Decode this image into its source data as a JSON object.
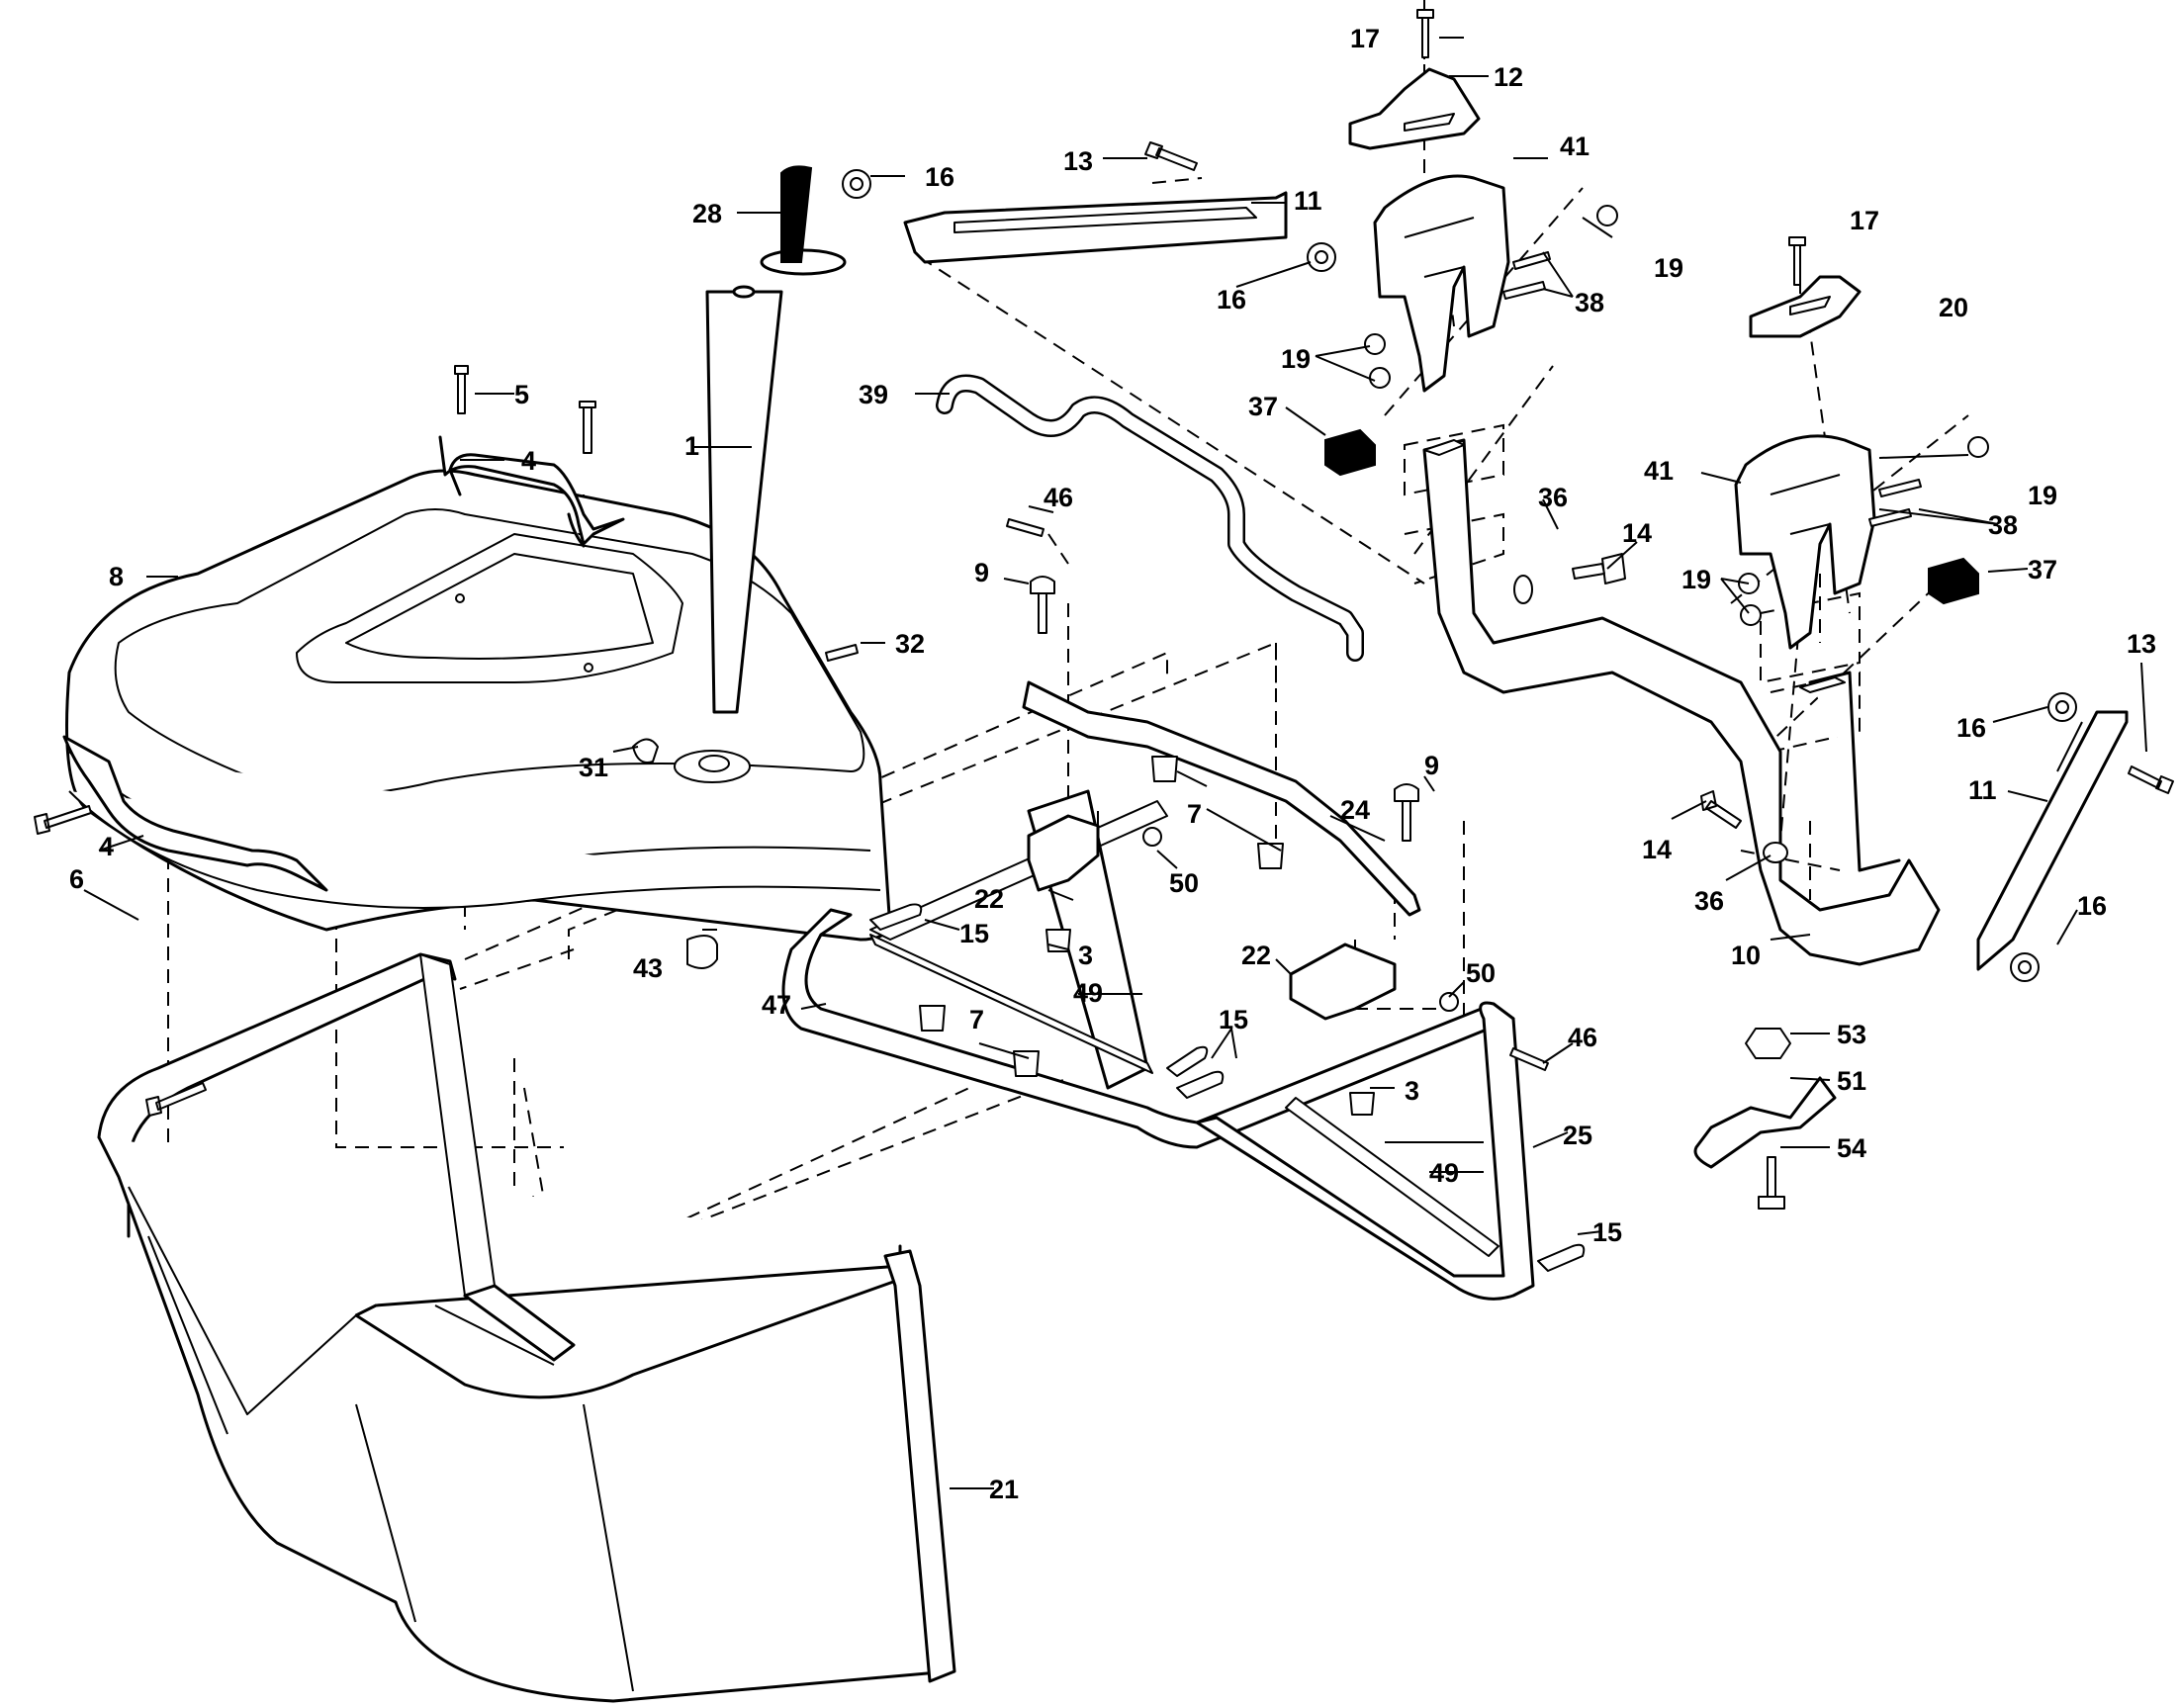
{
  "labels": {
    "l1": "1",
    "l3a": "3",
    "l3b": "3",
    "l4a": "4",
    "l4b": "4",
    "l5": "5",
    "l6": "6",
    "l7a": "7",
    "l7b": "7",
    "l8": "8",
    "l9a": "9",
    "l9b": "9",
    "l10": "10",
    "l11a": "11",
    "l11b": "11",
    "l12": "12",
    "l13a": "13",
    "l13b": "13",
    "l14a": "14",
    "l14b": "14",
    "l15a": "15",
    "l15b": "15",
    "l15c": "15",
    "l16a": "16",
    "l16b": "16",
    "l16c": "16",
    "l16d": "16",
    "l17a": "17",
    "l17b": "17",
    "l19a": "19",
    "l19b": "19",
    "l19c": "19",
    "l19d": "19",
    "l20": "20",
    "l21": "21",
    "l22a": "22",
    "l22b": "22",
    "l24": "24",
    "l25": "25",
    "l28": "28",
    "l31": "31",
    "l32": "32",
    "l36a": "36",
    "l36b": "36",
    "l37a": "37",
    "l37b": "37",
    "l38a": "38",
    "l38b": "38",
    "l39": "39",
    "l41a": "41",
    "l41b": "41",
    "l43": "43",
    "l46a": "46",
    "l46b": "46",
    "l47": "47",
    "l49a": "49",
    "l49b": "49",
    "l50a": "50",
    "l50b": "50",
    "l51": "51",
    "l53": "53",
    "l54": "54"
  }
}
